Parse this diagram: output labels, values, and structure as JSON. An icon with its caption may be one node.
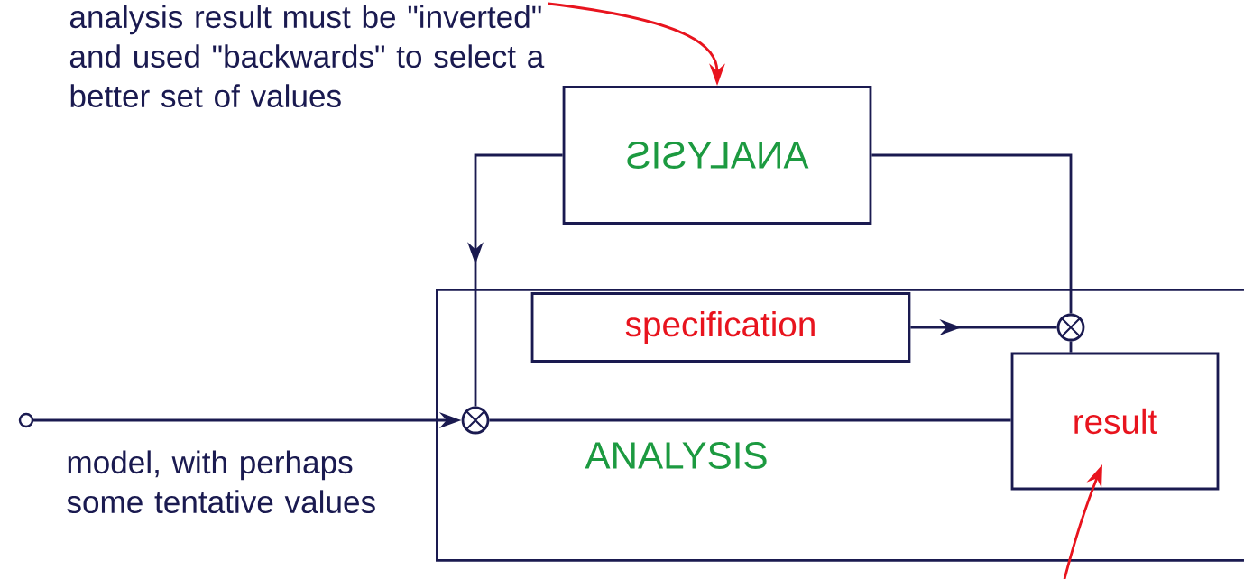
{
  "diagram": {
    "nodes": [
      {
        "text": [
          "analysis result must be \"inverted\" and used \"backwards\" to select a better set of values"
        ]
      },
      {
        "text": [
          "ANALYSIS"
        ]
      },
      {
        "text": [
          "ANALYSIS"
        ]
      },
      {
        "text": [
          "specification"
        ],
        "in": 2
      },
      {
        "text": [
          "result"
        ],
        "in": 2
      },
      {
        "text": [],
        "shape": "circle",
        "in": 2
      },
      {
        "text": [],
        "shape": "circle",
        "in": 2
      }
    ],
    "edges": [
      {
        "from": 0,
        "to": 1,
        "arrow": "to",
        "color": "#e8141e"
      },
      {
        "from": 1,
        "to": 6,
        "arrow": "to"
      },
      {
        "from": 1,
        "to": 5,
        "arrow": "none"
      },
      {
        "from": 3,
        "to": 5,
        "arrow": "to"
      },
      {
        "from": 5,
        "to": 4,
        "arrow": "none"
      },
      {
        "from": null,
        "to": 6,
        "arrow": "to"
      },
      {
        "from": 6,
        "to": 4,
        "arrow": "none"
      },
      {
        "from": null,
        "to": 4,
        "arrow": "to",
        "color": "#e8141e"
      }
    ],
    "labels": [
      "model, with perhaps some tentative values"
    ]
  }
}
